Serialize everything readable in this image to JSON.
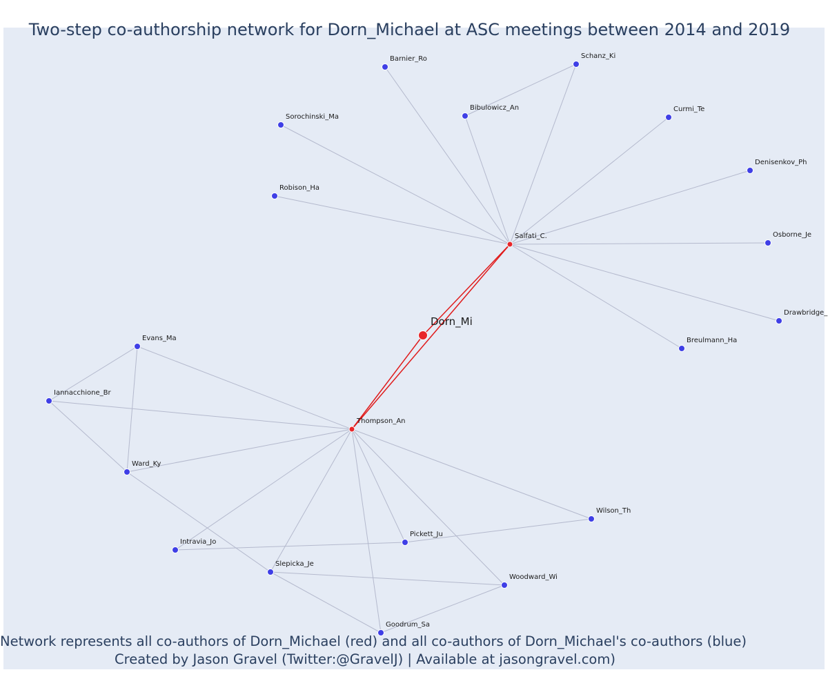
{
  "title": "Two-step co-authorship network for Dorn_Michael at ASC meetings between 2014 and 2019",
  "footer": {
    "line1": "Network represents all co-authors of Dorn_Michael (red) and all co-authors of Dorn_Michael's co-authors (blue)",
    "line2": "Created by Jason Gravel (Twitter:@GravelJ) | Available at jasongravel.com)"
  },
  "colors": {
    "background": "#e5ebf5",
    "edge": "#b4b9cd",
    "focal_edge": "#e01b1b",
    "coauthor_node": "#e8262a",
    "second_step_node": "#3f3fe6",
    "text": "#2a3f5f"
  },
  "network": {
    "focal": "Dorn_Mi",
    "nodes": [
      {
        "id": "Dorn_Mi",
        "group": "focal"
      },
      {
        "id": "Salfati_C.",
        "group": "coauthor"
      },
      {
        "id": "Thompson_An",
        "group": "coauthor"
      },
      {
        "id": "Barnier_Ro",
        "group": "second-step"
      },
      {
        "id": "Schanz_Ki",
        "group": "second-step"
      },
      {
        "id": "Bibulowicz_An",
        "group": "second-step"
      },
      {
        "id": "Sorochinski_Ma",
        "group": "second-step"
      },
      {
        "id": "Curmi_Te",
        "group": "second-step"
      },
      {
        "id": "Robison_Ha",
        "group": "second-step"
      },
      {
        "id": "Denisenkov_Ph",
        "group": "second-step"
      },
      {
        "id": "Osborne_Je",
        "group": "second-step"
      },
      {
        "id": "Drawbridge_",
        "group": "second-step"
      },
      {
        "id": "Breulmann_Ha",
        "group": "second-step"
      },
      {
        "id": "Evans_Ma",
        "group": "second-step"
      },
      {
        "id": "Iannacchione_Br",
        "group": "second-step"
      },
      {
        "id": "Ward_Ky",
        "group": "second-step"
      },
      {
        "id": "Wilson_Th",
        "group": "second-step"
      },
      {
        "id": "Intravia_Jo",
        "group": "second-step"
      },
      {
        "id": "Pickett_Ju",
        "group": "second-step"
      },
      {
        "id": "Slepicka_Je",
        "group": "second-step"
      },
      {
        "id": "Woodward_Wi",
        "group": "second-step"
      },
      {
        "id": "Goodrum_Sa",
        "group": "second-step"
      }
    ],
    "edges": [
      [
        "Dorn_Mi",
        "Salfati_C."
      ],
      [
        "Dorn_Mi",
        "Thompson_An"
      ],
      [
        "Thompson_An",
        "Salfati_C."
      ],
      [
        "Salfati_C.",
        "Barnier_Ro"
      ],
      [
        "Salfati_C.",
        "Schanz_Ki"
      ],
      [
        "Salfati_C.",
        "Bibulowicz_An"
      ],
      [
        "Bibulowicz_An",
        "Schanz_Ki"
      ],
      [
        "Salfati_C.",
        "Sorochinski_Ma"
      ],
      [
        "Salfati_C.",
        "Curmi_Te"
      ],
      [
        "Salfati_C.",
        "Robison_Ha"
      ],
      [
        "Salfati_C.",
        "Denisenkov_Ph"
      ],
      [
        "Salfati_C.",
        "Osborne_Je"
      ],
      [
        "Salfati_C.",
        "Drawbridge_"
      ],
      [
        "Salfati_C.",
        "Breulmann_Ha"
      ],
      [
        "Thompson_An",
        "Evans_Ma"
      ],
      [
        "Thompson_An",
        "Iannacchione_Br"
      ],
      [
        "Thompson_An",
        "Ward_Ky"
      ],
      [
        "Thompson_An",
        "Wilson_Th"
      ],
      [
        "Thompson_An",
        "Intravia_Jo"
      ],
      [
        "Thompson_An",
        "Pickett_Ju"
      ],
      [
        "Thompson_An",
        "Slepicka_Je"
      ],
      [
        "Thompson_An",
        "Woodward_Wi"
      ],
      [
        "Thompson_An",
        "Goodrum_Sa"
      ],
      [
        "Evans_Ma",
        "Iannacchione_Br"
      ],
      [
        "Evans_Ma",
        "Ward_Ky"
      ],
      [
        "Iannacchione_Br",
        "Ward_Ky"
      ],
      [
        "Ward_Ky",
        "Slepicka_Je"
      ],
      [
        "Intravia_Jo",
        "Pickett_Ju"
      ],
      [
        "Pickett_Ju",
        "Wilson_Th"
      ],
      [
        "Slepicka_Je",
        "Woodward_Wi"
      ],
      [
        "Slepicka_Je",
        "Goodrum_Sa"
      ],
      [
        "Woodward_Wi",
        "Goodrum_Sa"
      ]
    ]
  }
}
